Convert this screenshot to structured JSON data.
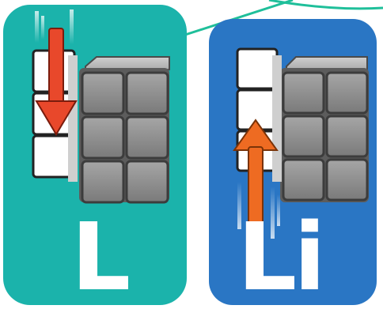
{
  "cards": [
    {
      "id": "L",
      "label": "L",
      "background": "#1bb3ab",
      "arrow_color": "#e8482b",
      "arrow_direction": "down",
      "icon": "left-column-turn-down"
    },
    {
      "id": "Li",
      "label": "Li",
      "background": "#2a76c4",
      "arrow_color": "#ee6b22",
      "arrow_direction": "up",
      "icon": "left-column-turn-up"
    }
  ],
  "colors": {
    "cube_face": "#8a8a8a",
    "cube_edge": "#3c3c3c",
    "white_sticker": "#ffffff",
    "callout_line": "#1fbf9a"
  }
}
